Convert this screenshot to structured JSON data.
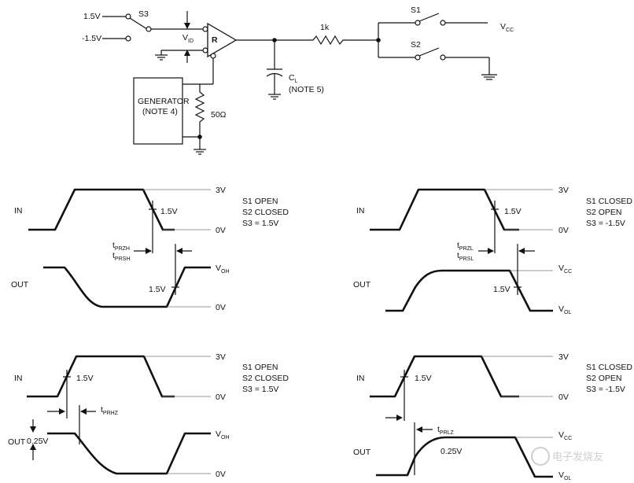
{
  "circuit": {
    "s3_hi": "1.5V",
    "s3_label": "S3",
    "s3_lo": "-1.5V",
    "vid": "V",
    "vid_sub": "ID",
    "receiver": "R",
    "generator_line1": "GENERATOR",
    "generator_line2": "(NOTE 4)",
    "r50": "50Ω",
    "cl": "C",
    "cl_sub": "L",
    "cl_note": "(NOTE 5)",
    "r1k": "1k",
    "s1": "S1",
    "s2": "S2",
    "vcc": "V",
    "vcc_sub": "CC"
  },
  "panels": {
    "p1": {
      "s1": "S1 OPEN",
      "s2": "S2 CLOSED",
      "s3": "S3 = 1.5V",
      "in": "IN",
      "out": "OUT",
      "v3": "3V",
      "v0a": "0V",
      "thr": "1.5V",
      "thr2": "1.5V",
      "t1": "t",
      "t1s": "PRZH",
      "t2": "t",
      "t2s": "PRSH",
      "voh": "V",
      "voh_s": "OH",
      "v0b": "0V"
    },
    "p2": {
      "s1": "S1 CLOSED",
      "s2": "S2 OPEN",
      "s3": "S3 = -1.5V",
      "in": "IN",
      "out": "OUT",
      "v3": "3V",
      "v0a": "0V",
      "thr": "1.5V",
      "thr2": "1.5V",
      "t1": "t",
      "t1s": "PRZL",
      "t2": "t",
      "t2s": "PRSL",
      "vcc": "V",
      "vcc_s": "CC",
      "vol": "V",
      "vol_s": "OL"
    },
    "p3": {
      "s1": "S1 OPEN",
      "s2": "S2 CLOSED",
      "s3": "S3 = 1.5V",
      "in": "IN",
      "out": "OUT",
      "v3": "3V",
      "v0a": "0V",
      "thr": "1.5V",
      "t1": "t",
      "t1s": "PRHZ",
      "d025": "0.25V",
      "voh": "V",
      "voh_s": "OH",
      "v0b": "0V"
    },
    "p4": {
      "s1": "S1 CLOSED",
      "s2": "S2 OPEN",
      "s3": "S3 = -1.5V",
      "in": "IN",
      "out": "OUT",
      "v3": "3V",
      "v0a": "0V",
      "thr": "1.5V",
      "t1": "t",
      "t1s": "PRLZ",
      "d025": "0.25V",
      "vcc": "V",
      "vcc_s": "CC",
      "vol": "V",
      "vol_s": "OL"
    }
  },
  "watermark": "电子发烧友"
}
